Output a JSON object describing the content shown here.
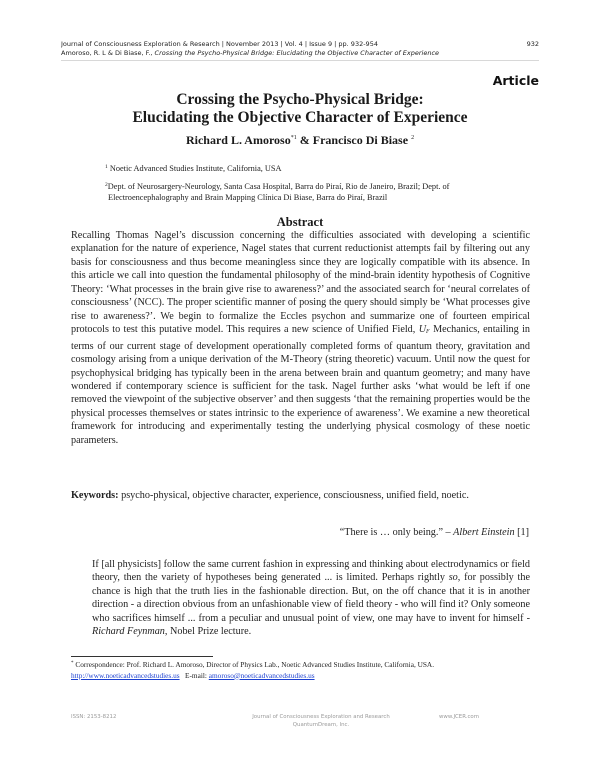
{
  "header": {
    "journal_line": "Journal of Consciousness Exploration & Research | November 2013 | Vol. 4 | Issue 9 | pp. 932-954",
    "citation_authors": "Amoroso, R. L & Di Biase, F., ",
    "citation_title": "Crossing the Psycho-Physical Bridge: Elucidating the Objective Character of Experience",
    "page_number": "932"
  },
  "article_label": "Article",
  "title": {
    "line1": "Crossing the Psycho-Physical Bridge:",
    "line2": "Elucidating the Objective Character of Experience"
  },
  "authors": {
    "author1": "Richard L. Amoroso",
    "author1_marks": "*1",
    "separator": " & ",
    "author2": "Francisco Di Biase",
    "author2_marks": "2"
  },
  "affiliations": [
    {
      "mark": "1",
      "text": "Noetic Advanced Studies Institute, California, USA"
    },
    {
      "mark": "2",
      "line1": "Dept. of Neurosargery-Neurology, Santa Casa Hospital, Barra do Piraí, Rio de Janeiro, Brazil; Dept. of",
      "line2": "Electroencephalography and Brain Mapping Clínica Di Biase, Barra do Piraí, Brazil"
    }
  ],
  "abstract": {
    "heading": "Abstract",
    "part1": "Recalling Thomas Nagel’s discussion concerning the difficulties associated with developing a scientific explanation for the nature of experience, Nagel states that current reductionist attempts fail by filtering out any basis for consciousness and thus become meaningless since they are logically compatible with its absence. In this article we call into question the fundamental philosophy of the mind-brain identity hypothesis of Cognitive Theory: ‘What processes in the brain give rise to awareness?’ and the associated search for ‘neural correlates of consciousness’ (NCC). The proper scientific manner of posing the query should simply be ‘What processes give rise to awareness?’. We begin to formalize the Eccles psychon and summarize one of fourteen empirical protocols to test this putative model. This requires a new science of Unified Field, ",
    "uf_symbol": "U",
    "uf_subscript": "F",
    "part2": " Mechanics, entailing in terms of our current stage of development operationally completed forms of quantum theory, gravitation and cosmology arising from a unique derivation of the M-Theory (string theoretic) vacuum. Until now the quest for psychophysical bridging has typically been in the arena between brain and quantum geometry; and many have wondered if contemporary science is sufficient for the task. Nagel further asks ‘what would be left if one removed the viewpoint of the subjective observer’ and then suggests ‘that the remaining properties would be the physical processes themselves or states intrinsic to the experience of awareness’. We examine a new theoretical framework for introducing and experimentally testing the underlying physical cosmology of these noetic parameters."
  },
  "keywords": {
    "label": "Keywords:",
    "text": " psycho-physical, objective character, experience, consciousness, unified field, noetic."
  },
  "epigraph": {
    "quote": "“There is … only being.” – ",
    "author": "Albert Einstein",
    "ref": " [1]"
  },
  "feynman_quote": {
    "part1": "If [all physicists] follow the same current fashion in expressing and thinking about electrodynamics or field theory, then the variety of hypotheses being generated ... is limited. Perhaps rightly ",
    "emph": "so",
    "part2": ", for possibly the chance is high that the truth lies in the fashionable direction. But, on the off chance that it is in another direction - a direction obvious from an unfashionable view of field theory - who will find it? Only someone who sacrifices himself ... from a peculiar and unusual point of view, one may have to invent for himself - ",
    "author": "Richard Feynman",
    "source": ", Nobel Prize lecture."
  },
  "footnote": {
    "mark": "*",
    "text": " Correspondence: Prof. Richard L. Amoroso, Director of Physics Lab., Noetic Advanced Studies Institute, California, USA.",
    "url": "http://www.noeticadvancedstudies.us",
    "email_label": "   E-mail: ",
    "email": "amoroso@noeticadvancedstudies.us"
  },
  "footer": {
    "issn": "ISSN: 2153-8212",
    "journal": "Journal of Consciousness Exploration and Research",
    "publisher": "QuantumDream, Inc.",
    "website": "www.JCER.com"
  }
}
